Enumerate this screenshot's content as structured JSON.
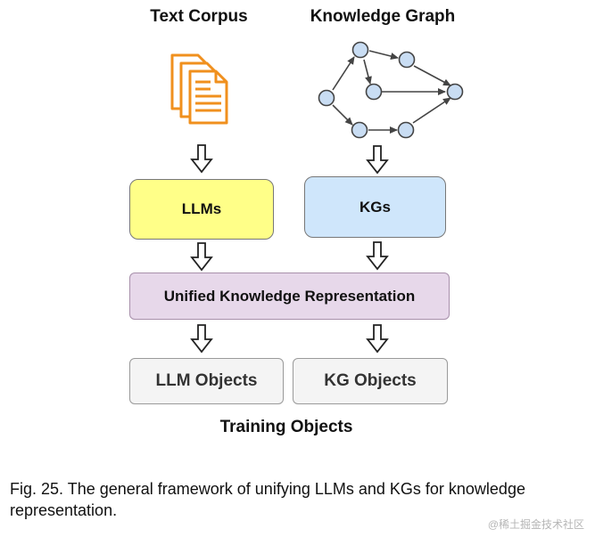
{
  "figure": {
    "inputs": {
      "text_corpus": "Text Corpus",
      "knowledge_graph": "Knowledge Graph"
    },
    "modules": {
      "llms": "LLMs",
      "kgs": "KGs"
    },
    "unified": "Unified Knowledge Representation",
    "objects": {
      "llm_objects": "LLM Objects",
      "kg_objects": "KG Objects"
    },
    "training_label": "Training Objects",
    "colors": {
      "document_icon": "#f0901e",
      "llm_box": "#ffff88",
      "kg_box": "#cfe6fb",
      "unified_box": "#e7d8ea",
      "object_box": "#f4f4f4",
      "graph_node": "#c9ddf3"
    }
  },
  "caption": "Fig. 25. The general framework of unifying LLMs and KGs for knowledge representation.",
  "watermark": "@稀土掘金技术社区"
}
